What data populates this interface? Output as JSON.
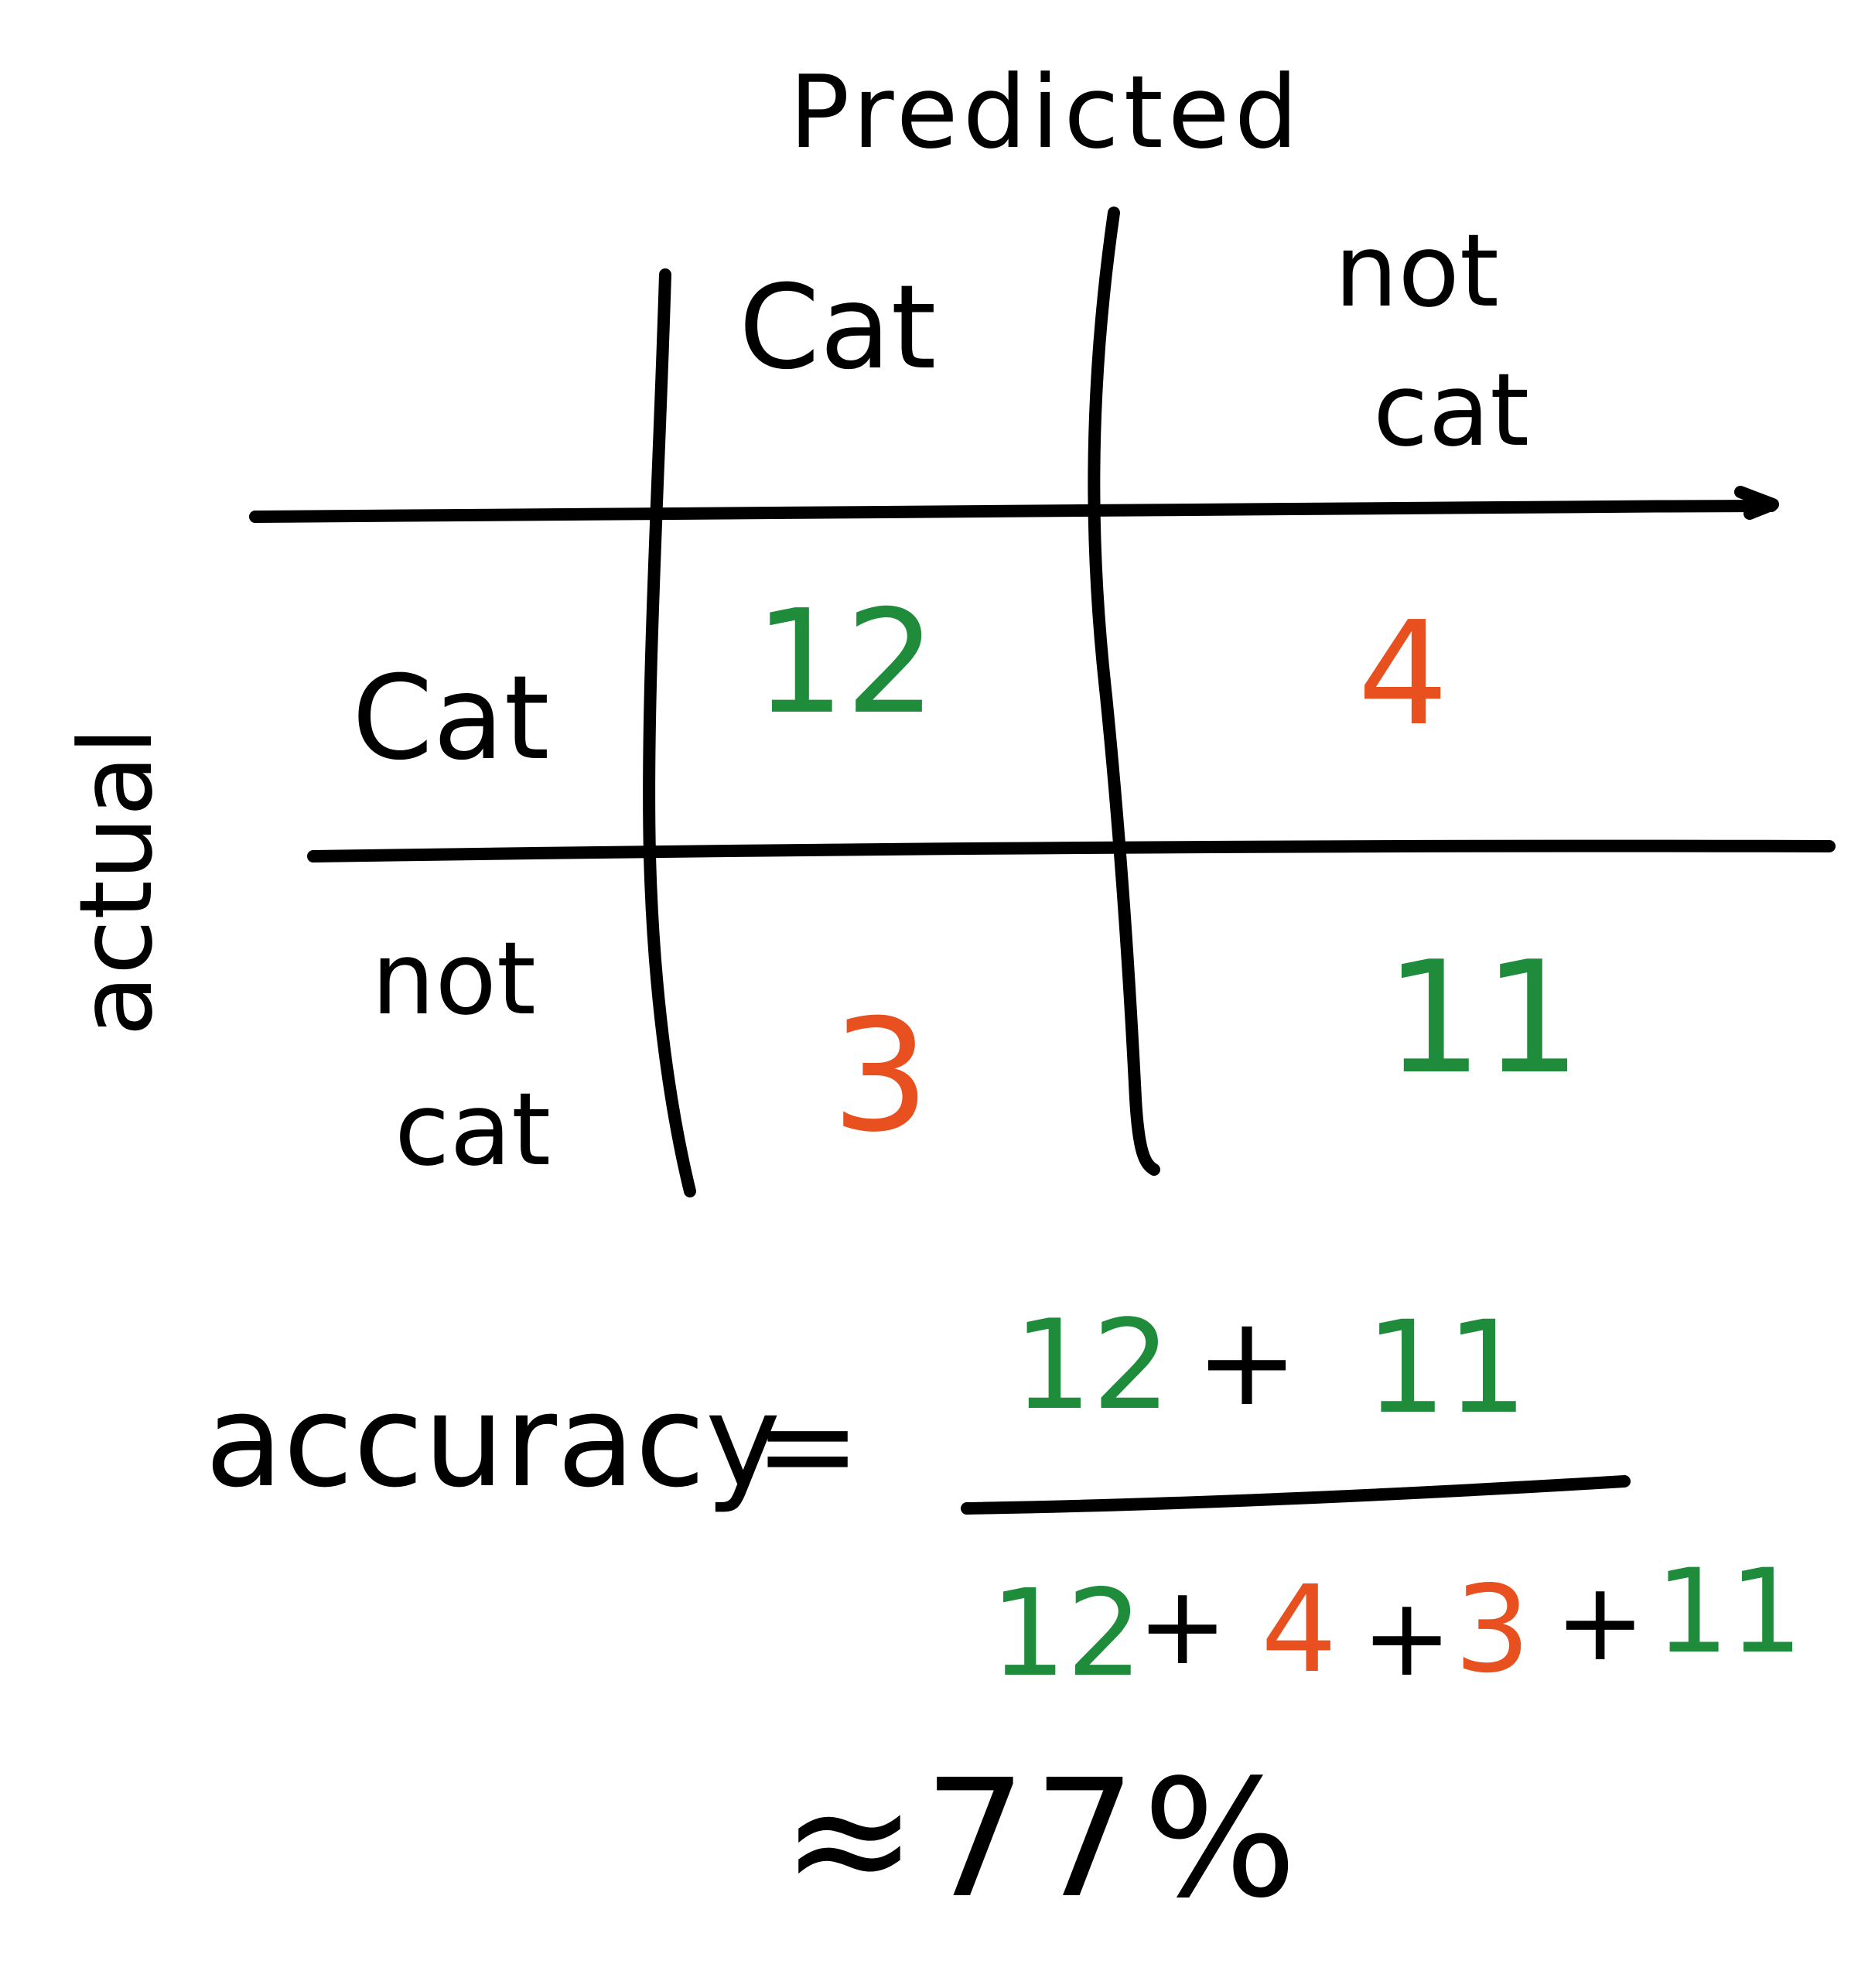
{
  "colors": {
    "ink": "#000000",
    "correct": "#1e8c3a",
    "incorrect": "#e8501f",
    "background": "#ffffff"
  },
  "labels": {
    "predicted": "Predicted",
    "actual": "actual",
    "pred_cat": "Cat",
    "pred_not": "not",
    "pred_cat2": "cat",
    "act_cat": "Cat",
    "act_not": "not",
    "act_cat2": "cat"
  },
  "matrix": {
    "tp": "12",
    "fn": "4",
    "fp": "3",
    "tn": "11"
  },
  "formula": {
    "lhs": "accuracy",
    "equals": "=",
    "num_a": "12",
    "num_plus": "+",
    "num_b": "11",
    "den_a": "12",
    "den_plus1": "+",
    "den_b": "4",
    "den_plus2": "+",
    "den_c": "3",
    "den_plus3": "+",
    "den_d": "11",
    "result": "≈77%"
  }
}
